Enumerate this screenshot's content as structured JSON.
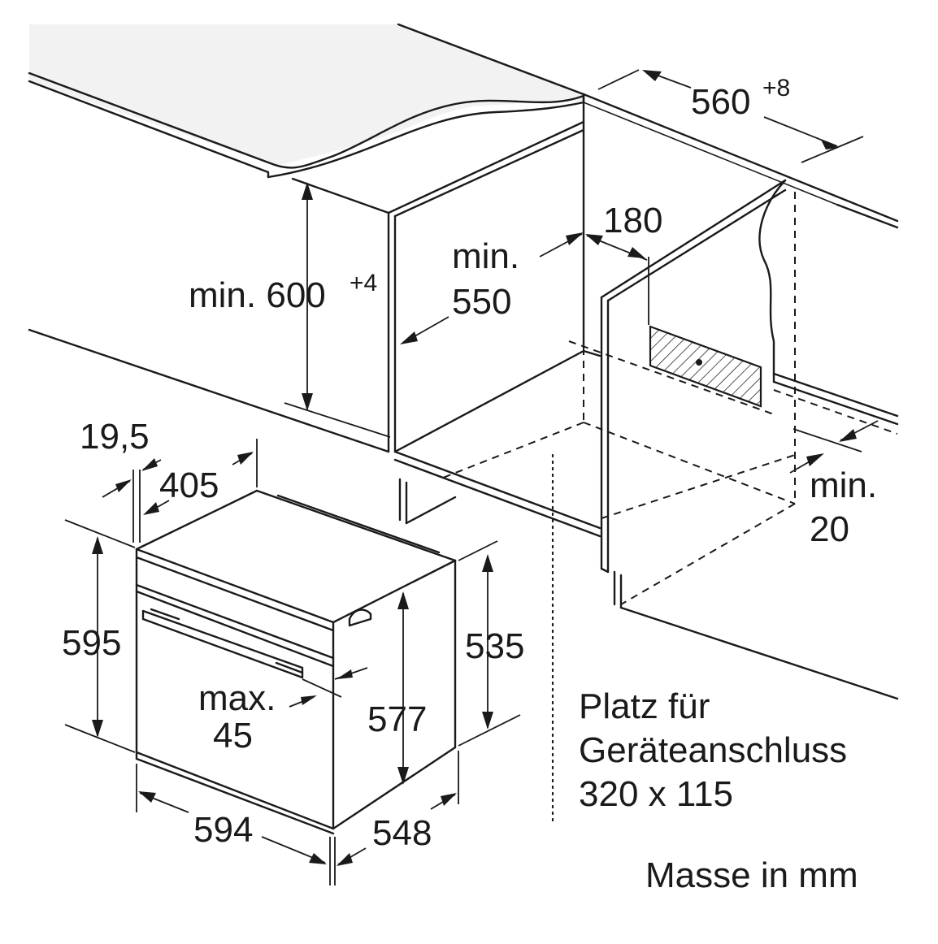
{
  "dimensions": {
    "cutout_width": "560",
    "cutout_width_tolerance": "+8",
    "cutout_height": "min. 600",
    "cutout_height_tolerance": "+4",
    "cutout_depth_prefix": "min.",
    "cutout_depth": "550",
    "rear_gap": "180",
    "side_gap_prefix": "min.",
    "side_gap": "20",
    "front_panel": "19,5",
    "top_depth": "405",
    "oven_height": "595",
    "body_height": "535",
    "inner_height": "577",
    "handle_prefix": "max.",
    "handle_depth": "45",
    "oven_width": "594",
    "oven_depth": "548"
  },
  "connection_area": {
    "line1": "Platz für",
    "line2": "Geräteanschluss",
    "line3": "320 x 115"
  },
  "units_note": "Masse in mm",
  "colors": {
    "ink": "#1a1a1a",
    "background": "#ffffff",
    "countertop": "#f2f2f2"
  }
}
